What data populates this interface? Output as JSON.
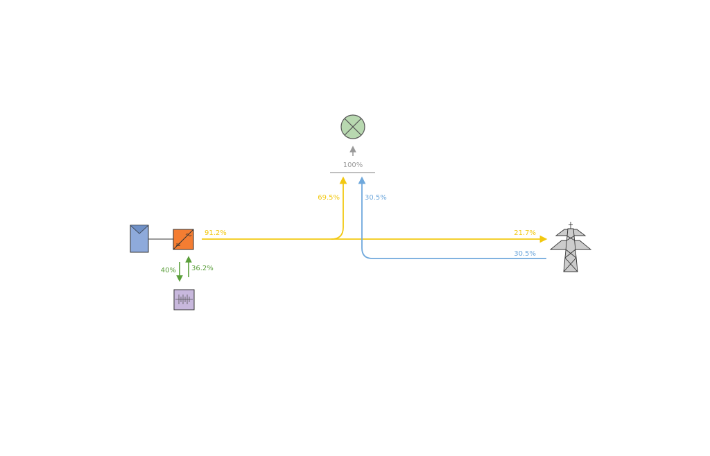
{
  "colors": {
    "pv_flow": "#f2c811",
    "grid_flow": "#6fa8dc",
    "battery_flow": "#5a9e3a",
    "consumption": "#999999",
    "pv_module": "#8eaadb",
    "inverter": "#f47d32",
    "battery": "#c8b8dd",
    "load": "#b8d8b0",
    "pylon": "#cccccc"
  },
  "icons": {
    "pv_module": "solar-panel-icon",
    "inverter": "inverter-icon",
    "battery": "battery-icon",
    "load": "lamp-icon",
    "grid": "power-pylon-icon"
  },
  "labels": {
    "consumption_total": "100%",
    "pv_to_inverter_output": "91.2%",
    "pv_to_load": "69.5%",
    "grid_to_load": "30.5%",
    "pv_to_grid": "21.7%",
    "grid_import": "30.5%",
    "to_battery": "40%",
    "from_battery": "36.2%"
  }
}
